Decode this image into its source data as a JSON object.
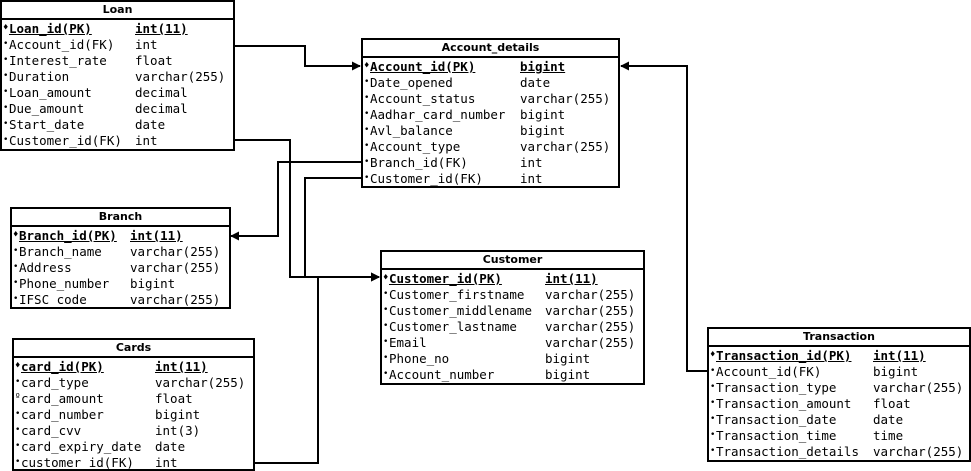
{
  "entities": {
    "loan": {
      "title": "Loan",
      "rows": [
        {
          "bullet": "♦",
          "name": "Loan_id(PK)",
          "type": "int(11)",
          "pk": true
        },
        {
          "bullet": "•",
          "name": "Account_id(FK)",
          "type": "int"
        },
        {
          "bullet": "•",
          "name": "Interest_rate",
          "type": "float"
        },
        {
          "bullet": "•",
          "name": "Duration",
          "type": "varchar(255)"
        },
        {
          "bullet": "•",
          "name": "Loan_amount",
          "type": "decimal"
        },
        {
          "bullet": "•",
          "name": "Due_amount",
          "type": "decimal"
        },
        {
          "bullet": "•",
          "name": "Start_date",
          "type": "date"
        },
        {
          "bullet": "•",
          "name": "Customer_id(FK)",
          "type": "int"
        }
      ]
    },
    "account_details": {
      "title": "Account_details",
      "rows": [
        {
          "bullet": "♦",
          "name": "Account_id(PK)",
          "type": "bigint",
          "pk": true
        },
        {
          "bullet": "•",
          "name": "Date_opened",
          "type": "date"
        },
        {
          "bullet": "•",
          "name": "Account_status",
          "type": "varchar(255)"
        },
        {
          "bullet": "•",
          "name": "Aadhar_card_number",
          "type": "bigint"
        },
        {
          "bullet": "•",
          "name": "Avl_balance",
          "type": "bigint"
        },
        {
          "bullet": "•",
          "name": "Account_type",
          "type": "varchar(255)"
        },
        {
          "bullet": "•",
          "name": "Branch_id(FK)",
          "type": "int"
        },
        {
          "bullet": "•",
          "name": "Customer_id(FK)",
          "type": "int"
        }
      ]
    },
    "branch": {
      "title": "Branch",
      "rows": [
        {
          "bullet": "♦",
          "name": "Branch_id(PK)",
          "type": "int(11)",
          "pk": true
        },
        {
          "bullet": "•",
          "name": "Branch_name",
          "type": "varchar(255)"
        },
        {
          "bullet": "•",
          "name": "Address",
          "type": "varchar(255)"
        },
        {
          "bullet": "•",
          "name": "Phone_number",
          "type": "bigint"
        },
        {
          "bullet": "•",
          "name": "IFSC code",
          "type": "varchar(255)"
        }
      ]
    },
    "customer": {
      "title": "Customer",
      "rows": [
        {
          "bullet": "♦",
          "name": "Customer_id(PK)",
          "type": "int(11)",
          "pk": true
        },
        {
          "bullet": "•",
          "name": "Customer_firstname",
          "type": "varchar(255)"
        },
        {
          "bullet": "•",
          "name": "Customer_middlename",
          "type": "varchar(255)"
        },
        {
          "bullet": "•",
          "name": "Customer_lastname",
          "type": "varchar(255)"
        },
        {
          "bullet": "•",
          "name": "Email",
          "type": "varchar(255)"
        },
        {
          "bullet": "•",
          "name": "Phone_no",
          "type": "bigint"
        },
        {
          "bullet": "•",
          "name": "Account_number",
          "type": "bigint"
        }
      ]
    },
    "cards": {
      "title": "Cards",
      "rows": [
        {
          "bullet": "♦",
          "name": "card_id(PK)",
          "type": "int(11)",
          "pk": true
        },
        {
          "bullet": "•",
          "name": "card_type",
          "type": "varchar(255)"
        },
        {
          "bullet": "º",
          "name": "card_amount",
          "type": "float"
        },
        {
          "bullet": "•",
          "name": "card_number",
          "type": "bigint"
        },
        {
          "bullet": "•",
          "name": "card_cvv",
          "type": "int(3)"
        },
        {
          "bullet": "•",
          "name": "card_expiry_date",
          "type": "date"
        },
        {
          "bullet": "•",
          "name": "customer_id(FK)",
          "type": "int"
        }
      ]
    },
    "transaction": {
      "title": "Transaction",
      "rows": [
        {
          "bullet": "♦",
          "name": "Transaction_id(PK)",
          "type": "int(11)",
          "pk": true
        },
        {
          "bullet": "•",
          "name": "Account_id(FK)",
          "type": "bigint"
        },
        {
          "bullet": "•",
          "name": "Transaction_type",
          "type": "varchar(255)"
        },
        {
          "bullet": "•",
          "name": "Transaction_amount",
          "type": "float"
        },
        {
          "bullet": "•",
          "name": "Transaction_date",
          "type": "date"
        },
        {
          "bullet": "•",
          "name": "Transaction_time",
          "type": "time"
        },
        {
          "bullet": "•",
          "name": "Transaction_details",
          "type": "varchar(255)"
        }
      ]
    }
  },
  "relationships": [
    {
      "from": "Loan.Account_id(FK)",
      "to": "Account_details.Account_id(PK)"
    },
    {
      "from": "Loan.Customer_id(FK)",
      "to": "Customer.Customer_id(PK)"
    },
    {
      "from": "Account_details.Branch_id(FK)",
      "to": "Branch.Branch_id(PK)"
    },
    {
      "from": "Account_details.Customer_id(FK)",
      "to": "Customer.Customer_id(PK)"
    },
    {
      "from": "Cards.customer_id(FK)",
      "to": "Customer.Customer_id(PK)"
    },
    {
      "from": "Transaction.Account_id(FK)",
      "to": "Account_details.Account_id(PK)"
    }
  ]
}
